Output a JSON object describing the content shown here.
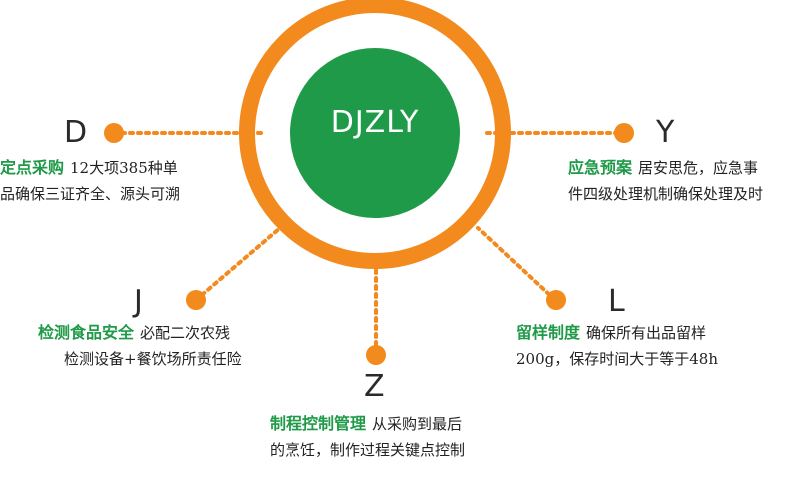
{
  "center": {
    "label": "DJZLY"
  },
  "colors": {
    "orange": "#f28a1e",
    "green": "#1f9a48",
    "text": "#222222"
  },
  "nodes": [
    {
      "id": "d",
      "letter": "D",
      "title": "定点采购",
      "line1": "12大项385种单",
      "line2": "品确保三证齐全、源头可溯"
    },
    {
      "id": "y",
      "letter": "Y",
      "title": "应急预案",
      "line1": "居安思危，应急事",
      "line2": "件四级处理机制确保处理及时"
    },
    {
      "id": "j",
      "letter": "J",
      "title": "检测食品安全",
      "line1": "必配二次农残",
      "line2": "检测设备+餐饮场所责任险"
    },
    {
      "id": "l",
      "letter": "L",
      "title": "留样制度",
      "line1": "确保所有出品留样",
      "line2": "200g，保存时间大于等于48h"
    },
    {
      "id": "z",
      "letter": "Z",
      "title": "制程控制管理",
      "line1": "从采购到最后",
      "line2": "的烹饪，制作过程关键点控制"
    }
  ]
}
